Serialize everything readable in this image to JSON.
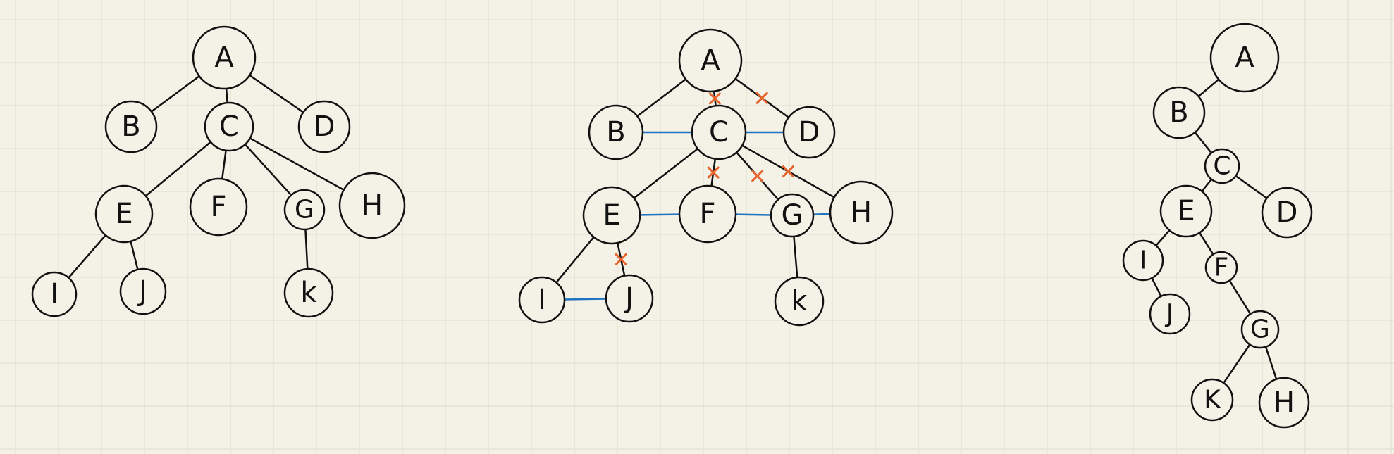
{
  "colors": {
    "paper": "#f4f2e6",
    "grid": "#dcdccf",
    "ink": "#111111",
    "blue": "#1f73c1",
    "cross": "#e8642e"
  },
  "trees": [
    {
      "id": "original-tree",
      "nodes": [
        {
          "id": "a1",
          "label": "A"
        },
        {
          "id": "b1",
          "label": "B"
        },
        {
          "id": "c1",
          "label": "C"
        },
        {
          "id": "d1",
          "label": "D"
        },
        {
          "id": "e1",
          "label": "E"
        },
        {
          "id": "f1",
          "label": "F"
        },
        {
          "id": "g1",
          "label": "G"
        },
        {
          "id": "h1",
          "label": "H"
        },
        {
          "id": "i1",
          "label": "I"
        },
        {
          "id": "j1",
          "label": "J"
        },
        {
          "id": "k1",
          "label": "k"
        }
      ],
      "edges": [
        [
          "a1",
          "b1"
        ],
        [
          "a1",
          "c1"
        ],
        [
          "a1",
          "d1"
        ],
        [
          "c1",
          "e1"
        ],
        [
          "c1",
          "f1"
        ],
        [
          "c1",
          "g1"
        ],
        [
          "c1",
          "h1"
        ],
        [
          "e1",
          "i1"
        ],
        [
          "e1",
          "j1"
        ],
        [
          "g1",
          "k1"
        ]
      ]
    },
    {
      "id": "conversion-tree",
      "nodes": [
        {
          "id": "a2",
          "label": "A"
        },
        {
          "id": "b2",
          "label": "B"
        },
        {
          "id": "c2",
          "label": "C"
        },
        {
          "id": "d2",
          "label": "D"
        },
        {
          "id": "e2",
          "label": "E"
        },
        {
          "id": "f2",
          "label": "F"
        },
        {
          "id": "g2",
          "label": "G"
        },
        {
          "id": "h2",
          "label": "H"
        },
        {
          "id": "i2",
          "label": "I"
        },
        {
          "id": "j2",
          "label": "J"
        },
        {
          "id": "k2",
          "label": "k"
        }
      ],
      "edges": [
        [
          "a2",
          "b2"
        ],
        [
          "a2",
          "c2"
        ],
        [
          "a2",
          "d2"
        ],
        [
          "c2",
          "e2"
        ],
        [
          "c2",
          "f2"
        ],
        [
          "c2",
          "g2"
        ],
        [
          "c2",
          "h2"
        ],
        [
          "e2",
          "i2"
        ],
        [
          "e2",
          "j2"
        ],
        [
          "g2",
          "k2"
        ]
      ],
      "sibling_links": [
        [
          "b2",
          "c2"
        ],
        [
          "c2",
          "d2"
        ],
        [
          "e2",
          "f2"
        ],
        [
          "f2",
          "g2"
        ],
        [
          "g2",
          "h2"
        ],
        [
          "i2",
          "j2"
        ]
      ],
      "crossed_edges": [
        [
          "a2",
          "c2"
        ],
        [
          "a2",
          "d2"
        ],
        [
          "c2",
          "f2"
        ],
        [
          "c2",
          "g2"
        ],
        [
          "c2",
          "h2"
        ],
        [
          "e2",
          "j2"
        ]
      ]
    },
    {
      "id": "binary-tree",
      "nodes": [
        {
          "id": "a3",
          "label": "A"
        },
        {
          "id": "b3",
          "label": "B"
        },
        {
          "id": "c3",
          "label": "C"
        },
        {
          "id": "d3",
          "label": "D"
        },
        {
          "id": "e3",
          "label": "E"
        },
        {
          "id": "f3",
          "label": "F"
        },
        {
          "id": "g3",
          "label": "G"
        },
        {
          "id": "h3",
          "label": "H"
        },
        {
          "id": "i3",
          "label": "I"
        },
        {
          "id": "j3",
          "label": "J"
        },
        {
          "id": "k3",
          "label": "K"
        }
      ],
      "edges": [
        [
          "a3",
          "b3"
        ],
        [
          "b3",
          "c3"
        ],
        [
          "c3",
          "e3"
        ],
        [
          "c3",
          "d3"
        ],
        [
          "e3",
          "i3"
        ],
        [
          "e3",
          "f3"
        ],
        [
          "i3",
          "j3"
        ],
        [
          "f3",
          "g3"
        ],
        [
          "g3",
          "k3"
        ],
        [
          "g3",
          "h3"
        ]
      ]
    }
  ]
}
